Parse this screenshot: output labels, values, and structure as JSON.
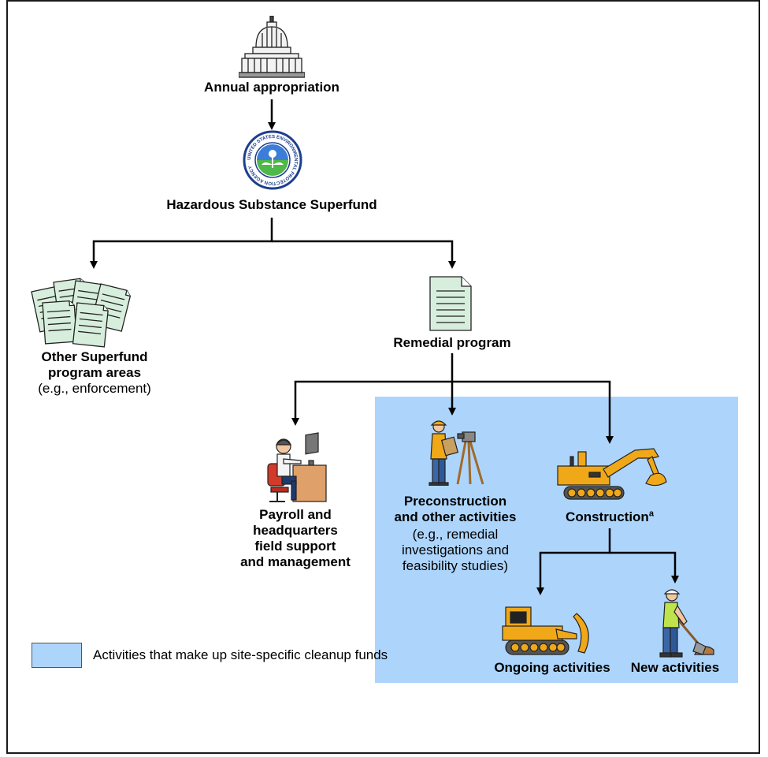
{
  "nodes": {
    "appropriation": {
      "title": "Annual appropriation"
    },
    "superfund": {
      "title": "Hazardous Substance Superfund",
      "seal_text": "UNITED STATES ENVIRONMENTAL PROTECTION AGENCY"
    },
    "other_areas": {
      "title_line1": "Other Superfund",
      "title_line2": "program areas",
      "note": "(e.g., enforcement)"
    },
    "remedial": {
      "title": "Remedial program"
    },
    "payroll": {
      "line1": "Payroll and",
      "line2": "headquarters",
      "line3": "field support",
      "line4": "and management"
    },
    "preconstruction": {
      "line1": "Preconstruction",
      "line2": "and other activities",
      "note1": "(e.g., remedial",
      "note2": "investigations and",
      "note3": "feasibility studies)"
    },
    "construction": {
      "title": "Construction",
      "footnote": "a"
    },
    "ongoing": {
      "title": "Ongoing activities"
    },
    "new_activities": {
      "title": "New activities"
    }
  },
  "legend": {
    "text": "Activities that make up site-specific cleanup funds",
    "color": "#add5fc"
  },
  "colors": {
    "shade": "#add5fc",
    "document": "#d8eedd",
    "machine": "#f0a818",
    "desk": "#dfa06a"
  }
}
